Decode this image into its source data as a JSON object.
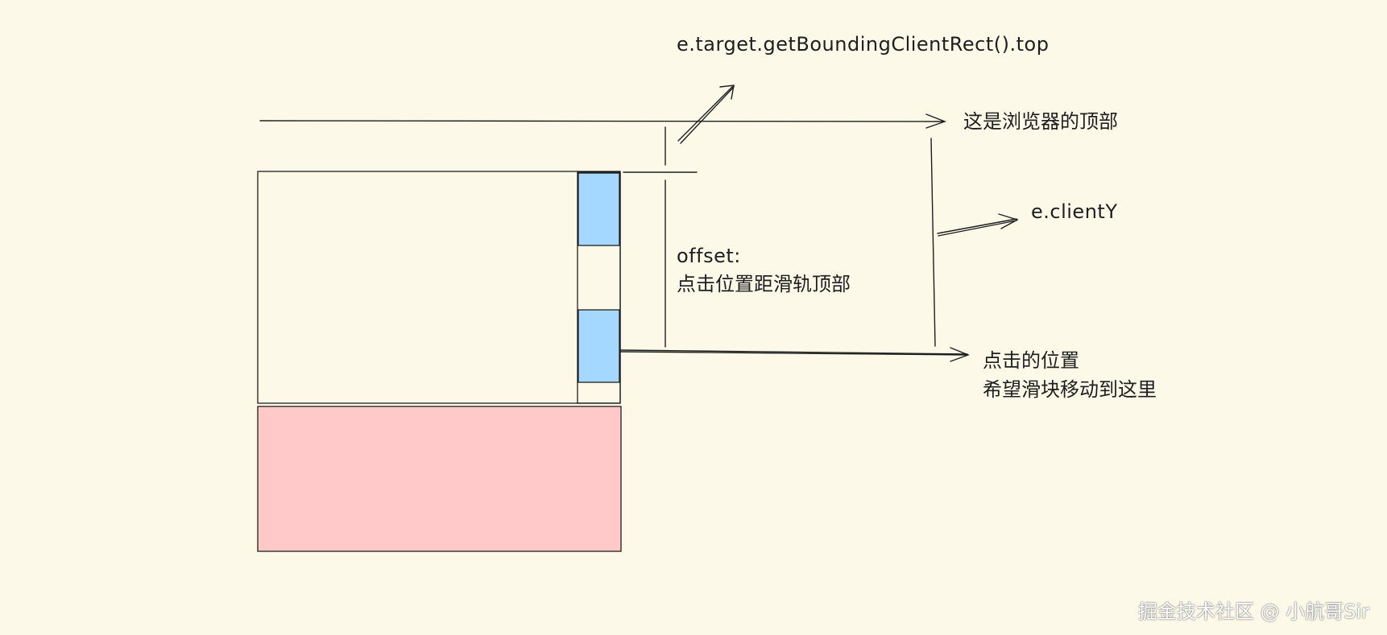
{
  "labels": {
    "bounding_top": "e.target.getBoundingClientRect().top",
    "browser_top": "这是浏览器的顶部",
    "client_y": "e.clientY",
    "offset_line1": "offset:",
    "offset_line2": "点击位置距滑轨顶部",
    "click_line1": "点击的位置",
    "click_line2": "希望滑块移动到这里"
  },
  "watermark": "掘金技术社区 @ 小航哥Sir",
  "colors": {
    "background": "#fdf9e9",
    "stroke": "#1e1e1e",
    "thumb_blue": "#a5d8ff",
    "pink_box": "#ffc9c9",
    "track_white": "#fdf9e9"
  }
}
